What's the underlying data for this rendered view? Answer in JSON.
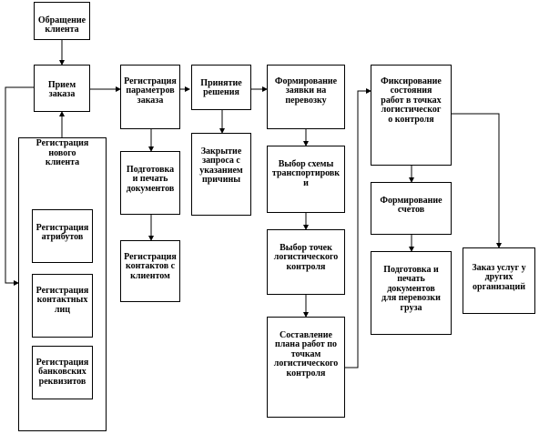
{
  "diagram": {
    "nodes": {
      "client_request": "Обращение\nклиента",
      "order_intake": "Прием\nзаказа",
      "param_registration": "Регистрация\nпараметров\nзаказа",
      "decision": "Принятие\nрешения",
      "transport_request": "Формирование\nзаявки на\nперевозку",
      "logistics_fixation": "Фиксирование\nсостояния\nработ в точках\nлогистическог\nо контроля",
      "new_client": "Регистрация\nнового\nклиента",
      "attributes": "Регистрация\nатрибутов",
      "contact_persons": "Регистрация\nконтактных\nлиц",
      "bank_details": "Регистрация\nбанковских\nреквизитов",
      "docs_print": "Подготовка\nи печать\nдокументов",
      "contacts_registration": "Регистрация\nконтактов с\nклиентом",
      "close_request": "Закрытие\nзапроса с\nуказанием\nпричины",
      "scheme_selection": "Выбор схемы\nтранспортировк\nи",
      "control_points": "Выбор точек\nлогистического\nконтроля",
      "work_plan": "Составление\nплана работ по\nточкам\nлогистического\nконтроля",
      "invoices": "Формирование\nсчетов",
      "transport_docs": "Подготовка и\nпечать\nдокументов\nдля перевозки\nгруза",
      "other_services": "Заказ услуг у\nдругих\nорганизаций"
    }
  }
}
